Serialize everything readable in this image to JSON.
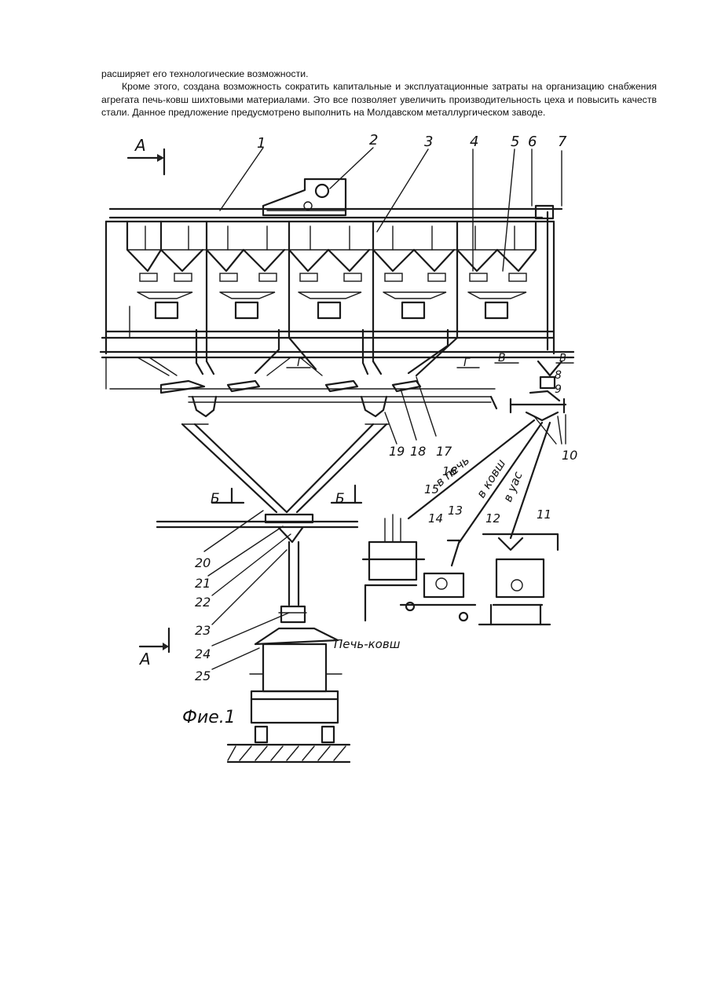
{
  "text": {
    "line1": "расширяет его технологические возможности.",
    "para2": "Кроме этого, создана возможность сократить капитальные и эксплуатационные затраты на организацию снабжения агрегата печь-ковш шихтовыми материалами. Это все позволяет увеличить производительность цеха и повысить качеств стали. Данное предложение предусмотрено выполнить на Молдавском металлургическом заводе."
  },
  "figure": {
    "caption": "Фие.1",
    "section_marks": {
      "a_top": "А",
      "a_bottom": "А",
      "b_left": "Б",
      "b_right": "Б",
      "g_left": "Г",
      "g_right": "Г",
      "v_left": "В",
      "v_right": "В"
    },
    "route_labels": {
      "to_furnace": "в печь",
      "to_ladle": "в ковш",
      "to_uas": "в уас"
    },
    "unit_label": "Печь-ковш",
    "callouts": [
      "1",
      "2",
      "3",
      "4",
      "5",
      "6",
      "7",
      "8",
      "9",
      "10",
      "11",
      "12",
      "13",
      "14",
      "15",
      "16",
      "17",
      "18",
      "19",
      "20",
      "21",
      "22",
      "23",
      "24",
      "25"
    ]
  }
}
